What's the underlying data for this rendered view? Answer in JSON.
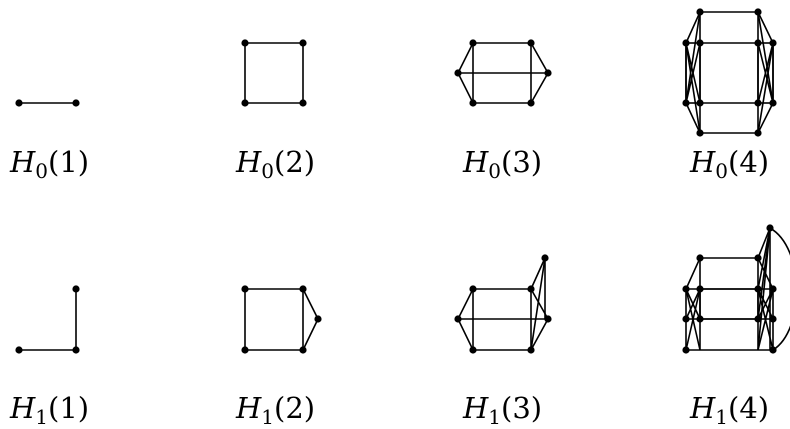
{
  "figures": [
    {
      "letter": "H",
      "sub": "0",
      "arg": "(1)"
    },
    {
      "letter": "H",
      "sub": "0",
      "arg": "(2)"
    },
    {
      "letter": "H",
      "sub": "0",
      "arg": "(3)"
    },
    {
      "letter": "H",
      "sub": "0",
      "arg": "(4)"
    },
    {
      "letter": "H",
      "sub": "1",
      "arg": "(1)"
    },
    {
      "letter": "H",
      "sub": "1",
      "arg": "(2)"
    },
    {
      "letter": "H",
      "sub": "1",
      "arg": "(3)"
    },
    {
      "letter": "H",
      "sub": "1",
      "arg": "(4)"
    }
  ]
}
